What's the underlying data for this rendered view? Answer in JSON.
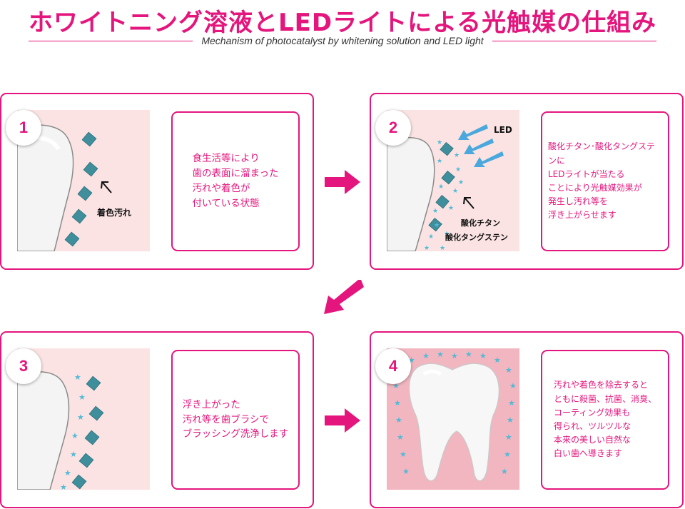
{
  "header": {
    "title": "ホワイトニング溶液とLEDライトによる光触媒の仕組み",
    "subtitle": "Mechanism of photocatalyst by whitening solution and LED light"
  },
  "steps": [
    {
      "number": "1",
      "text": "食生活等により\n歯の表面に溜まった\n汚れや着色が\n付いている状態",
      "labels": {
        "stain": "着色汚れ"
      }
    },
    {
      "number": "2",
      "text": "酸化チタン･酸化タングステンに\nLEDライトが当たる\nことにより光触媒効果が\n発生し汚れ等を\n浮き上がらせます",
      "labels": {
        "led": "LED",
        "ti": "酸化チタン",
        "w": "酸化タングステン"
      }
    },
    {
      "number": "3",
      "text": "浮き上がった\n汚れ等を歯ブラシで\nブラッシング洗浄します"
    },
    {
      "number": "4",
      "text": "汚れや着色を除去すると\nともに殺菌、抗菌、消臭、\nコーティング効果も\n得られ、ツルツルな\n本来の美しい自然な\n白い歯へ導きます"
    }
  ],
  "colors": {
    "accent": "#e4157c",
    "panel_bg": "#fbe3e3",
    "panel_bg_4": "#f2b6c0",
    "stain": "#3f8e9c",
    "star": "#52b9d6",
    "led_arrow": "#4aa8dc"
  }
}
